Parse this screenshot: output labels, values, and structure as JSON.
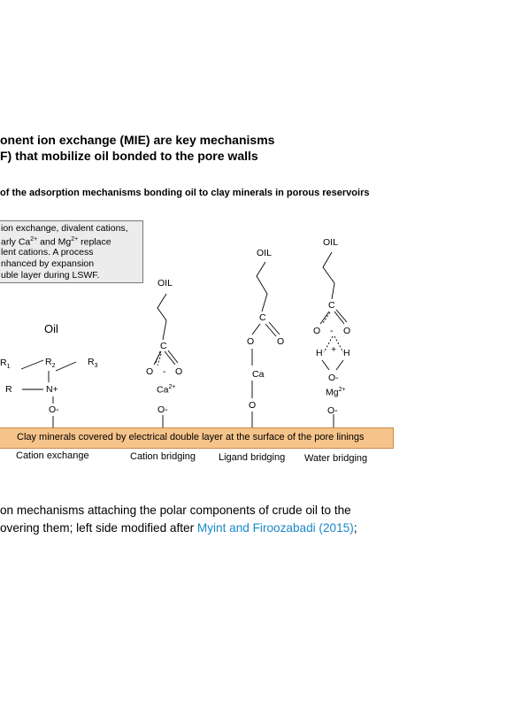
{
  "heading": {
    "line1": "onent ion exchange (MIE) are key mechanisms",
    "line2": "F) that mobilize oil bonded to the pore walls"
  },
  "subheading": "of the adsorption mechanisms bonding oil to clay minerals in porous reservoirs",
  "infobox": {
    "line1": "ion exchange, divalent cations,",
    "line2_pre": "arly Ca",
    "line2_sup1": "2+",
    "line2_mid": "and Mg",
    "line2_sup2": "2+",
    "line2_post": "replace",
    "line3": "lent cations. A process",
    "line4": "nhanced by expansion",
    "line5": "uble layer during LSWF."
  },
  "figure": {
    "oil_center": "Oil",
    "oil_labels": [
      "OIL",
      "OIL",
      "OIL"
    ],
    "cation_exchange": {
      "r1": "R",
      "r1_sub": "1",
      "r2": "R",
      "r2_sub": "2",
      "r3": "R",
      "r3_sub": "3",
      "r": "R",
      "n": "N+",
      "o": "O-"
    },
    "cation_bridging": {
      "c": "C",
      "o_left": "O",
      "dash": "-",
      "o_right": "O",
      "ion": "Ca",
      "ion_sup": "2+",
      "o_minus": "O-"
    },
    "ligand_bridging": {
      "c": "C",
      "o_left": "O",
      "o_right": "O",
      "ion": "Ca",
      "o_bottom": "O"
    },
    "water_bridging": {
      "c": "C",
      "o_left": "O",
      "dash": "-",
      "o_right": "O",
      "h_left": "H",
      "plus": "+",
      "h_right": "H",
      "o_mid": "O-",
      "ion": "Mg",
      "ion_sup": "2+",
      "o_minus": "O-"
    },
    "band_text": "Clay minerals covered by electrical double layer at the surface of the pore linings",
    "mechanisms": [
      "Cation exchange",
      "Cation bridging",
      "Ligand bridging",
      "Water bridging"
    ]
  },
  "caption": {
    "line1": "on mechanisms attaching the polar components of crude oil to the",
    "line2_pre": "overing them; left side modified after ",
    "line2_link": "Myint and Firoozabadi (2015)",
    "line2_post": ";"
  },
  "colors": {
    "band": "#f6c48a",
    "link": "#1a88c9",
    "box": "#ececec"
  }
}
